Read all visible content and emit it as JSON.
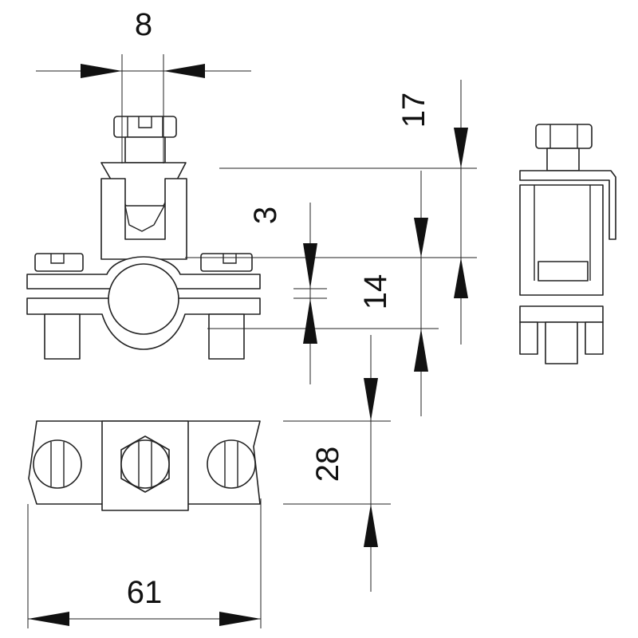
{
  "drawing": {
    "dimensions": {
      "screw_width": "8",
      "top_height": "17",
      "gap": "3",
      "clamp_height": "14",
      "depth": "28",
      "length": "61"
    }
  }
}
